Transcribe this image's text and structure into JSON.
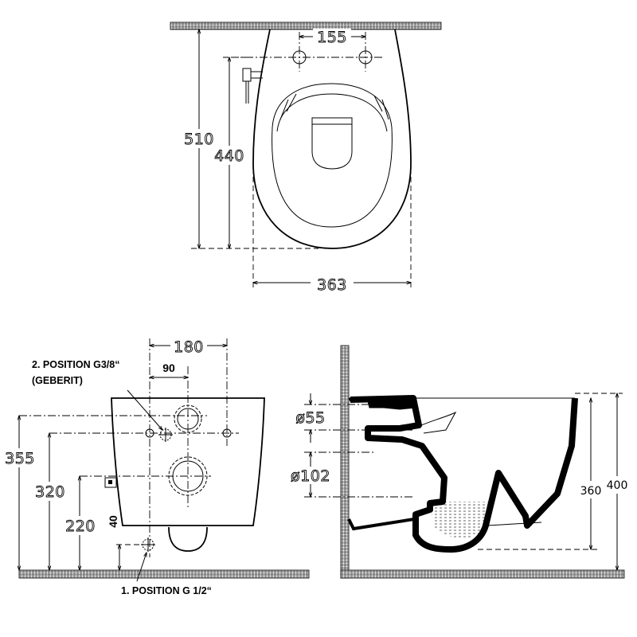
{
  "top_view": {
    "dim_width": "363",
    "dim_depth_total": "510",
    "dim_depth_bowl": "440",
    "dim_fixing_spacing": "155"
  },
  "front_view": {
    "dim_outer_spacing": "180",
    "dim_inner_spacing": "90",
    "dim_height_355": "355",
    "dim_height_320": "320",
    "dim_height_220": "220",
    "dim_height_40": "40",
    "note_position_2_line1": "2. POSITION G3/8“",
    "note_position_2_line2": "(GEBERIT)",
    "note_position_1": "1. POSITION G 1/2“"
  },
  "side_view": {
    "dim_inlet_dia": "ø55",
    "dim_outlet_dia": "ø102",
    "dim_height_360": "360",
    "dim_height_400": "400"
  }
}
